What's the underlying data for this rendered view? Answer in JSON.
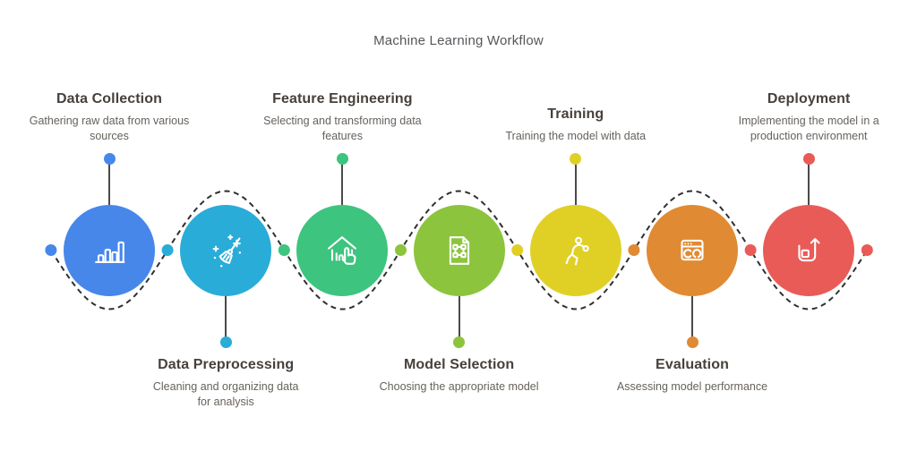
{
  "title": "Machine Learning Workflow",
  "nodes": [
    {
      "id": "data-collection",
      "label": "Data Collection",
      "description": "Gathering raw data from various sources",
      "color": "#4787EA",
      "icon": "bar-chart-icon",
      "label_position": "top"
    },
    {
      "id": "data-preprocessing",
      "label": "Data Preprocessing",
      "description": "Cleaning and organizing data for analysis",
      "color": "#29ACD8",
      "icon": "broom-icon",
      "label_position": "bottom"
    },
    {
      "id": "feature-engineering",
      "label": "Feature Engineering",
      "description": "Selecting and transforming data features",
      "color": "#3DC47E",
      "icon": "house-tap-icon",
      "label_position": "top"
    },
    {
      "id": "model-selection",
      "label": "Model Selection",
      "description": "Choosing the appropriate model",
      "color": "#8CC43E",
      "icon": "document-nodes-icon",
      "label_position": "bottom"
    },
    {
      "id": "training",
      "label": "Training",
      "description": "Training the model with data",
      "color": "#E0D026",
      "icon": "boxer-icon",
      "label_position": "top"
    },
    {
      "id": "evaluation",
      "label": "Evaluation",
      "description": "Assessing model performance",
      "color": "#E08A33",
      "icon": "browser-sync-icon",
      "label_position": "bottom"
    },
    {
      "id": "deployment",
      "label": "Deployment",
      "description": "Implementing the model in a production environment",
      "color": "#E95B57",
      "icon": "box-arrow-icon",
      "label_position": "top"
    }
  ],
  "connector": {
    "line_style": "dashed",
    "line_color": "#303030",
    "edge_dot_colors": [
      "#4787EA",
      "#29ACD8",
      "#3DC47E",
      "#8CC43E",
      "#E0D026",
      "#E08A33",
      "#E95B57",
      "#E95B57"
    ]
  }
}
